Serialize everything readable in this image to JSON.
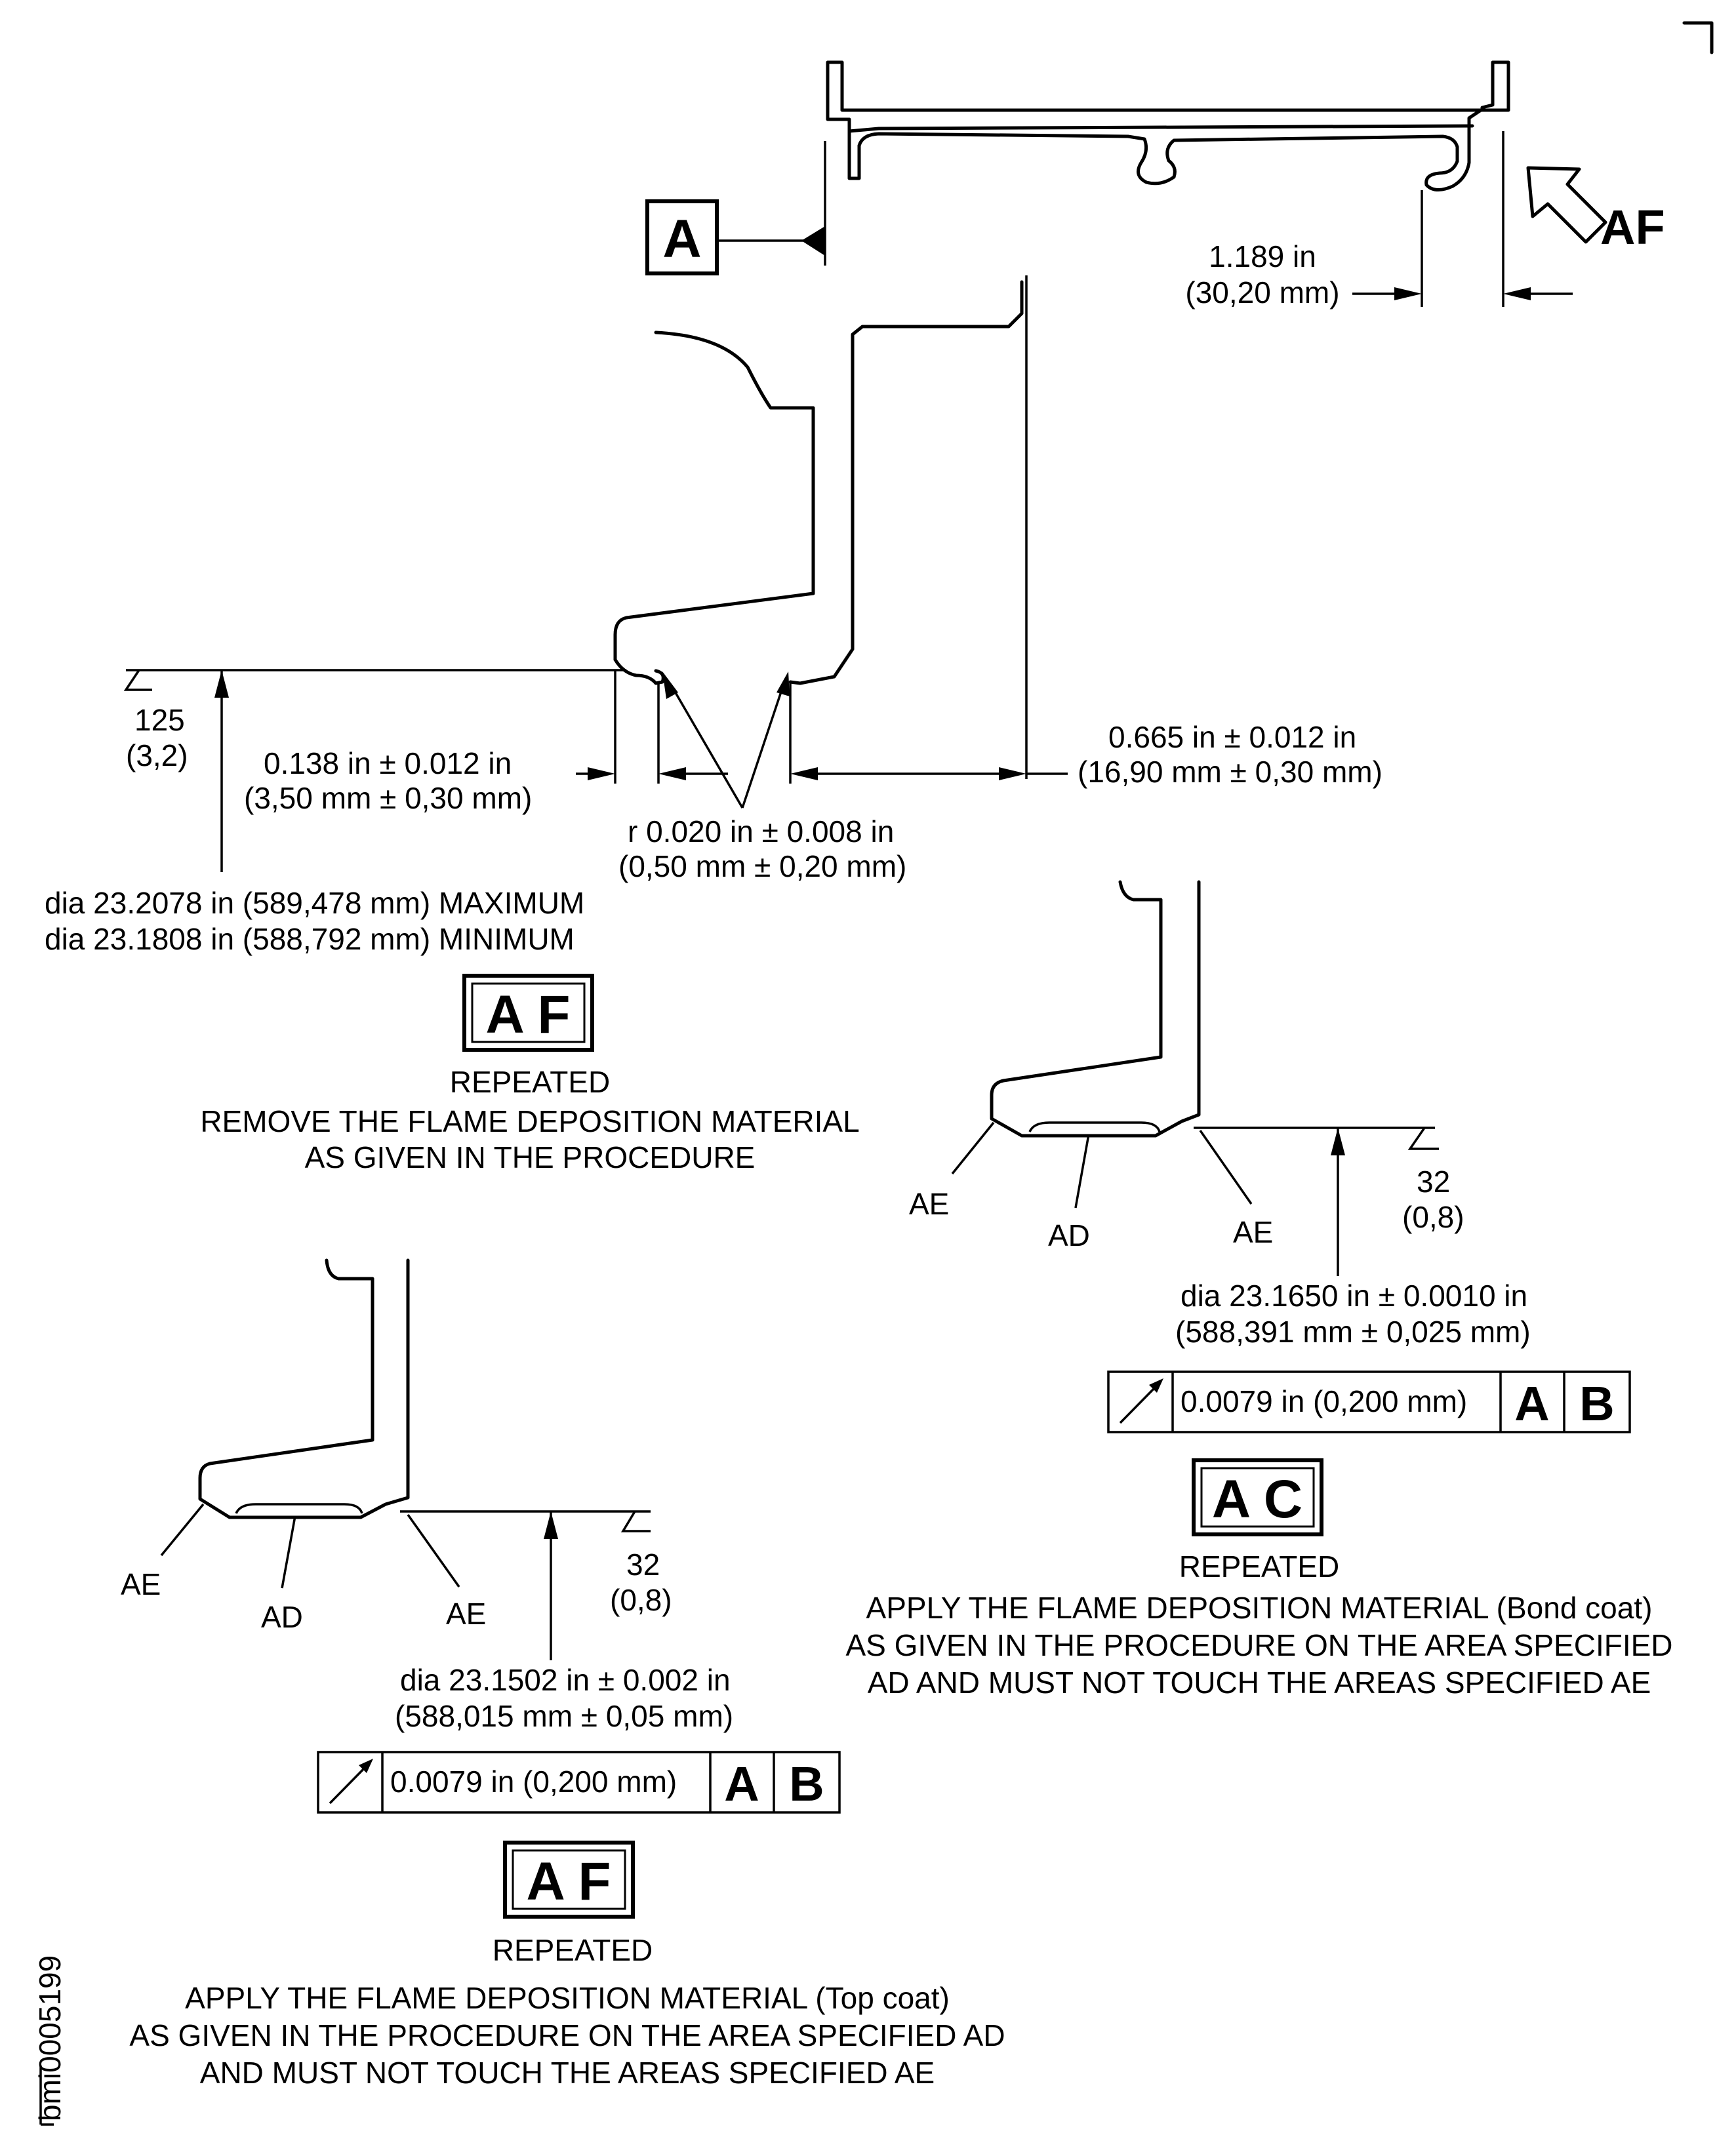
{
  "view_arrow_label": "AF",
  "datum_a_label": "A",
  "dim_top_in": "1.189 in",
  "dim_top_mm": "(30,20 mm)",
  "surface_125": "125",
  "surface_125_mm": "(3,2)",
  "dim_138_in": "0.138 in ± 0.012 in",
  "dim_138_mm": "(3,50 mm ± 0,30 mm)",
  "dim_665_in": "0.665 in ± 0.012 in",
  "dim_665_mm": "(16,90 mm ± 0,30 mm)",
  "radius_in": "r 0.020 in ± 0.008 in",
  "radius_mm": "(0,50 mm ± 0,20 mm)",
  "dia_max": "dia 23.2078 in (589,478 mm) MAXIMUM",
  "dia_min": "dia 23.1808 in (588,792 mm) MINIMUM",
  "step1": {
    "box": "A F",
    "repeated": "REPEATED",
    "line1": "REMOVE THE FLAME DEPOSITION MATERIAL",
    "line2": "AS GIVEN IN THE PROCEDURE"
  },
  "right_detail": {
    "ae_left": "AE",
    "ad": "AD",
    "ae_right": "AE",
    "surface": "32",
    "surface_mm": "(0,8)",
    "dia_in": "dia 23.1650 in ± 0.0010 in",
    "dia_mm": "(588,391 mm ± 0,025 mm)",
    "tolerance": "0.0079 in (0,200 mm)",
    "datum1": "A",
    "datum2": "B"
  },
  "step2": {
    "box": "A C",
    "repeated": "REPEATED",
    "line1": "APPLY THE FLAME DEPOSITION MATERIAL (Bond coat)",
    "line2": "AS GIVEN IN THE PROCEDURE ON THE AREA SPECIFIED",
    "line3": "AD  AND MUST NOT TOUCH THE AREAS SPECIFIED AE"
  },
  "left_detail": {
    "ae_left": "AE",
    "ad": "AD",
    "ae_right": "AE",
    "surface": "32",
    "surface_mm": "(0,8)",
    "dia_in": "dia 23.1502 in ± 0.002 in",
    "dia_mm": "(588,015 mm ± 0,05 mm)",
    "tolerance": "0.0079 in (0,200 mm)",
    "datum1": "A",
    "datum2": "B"
  },
  "step3": {
    "box": "A F",
    "repeated": "REPEATED",
    "line1": "APPLY THE FLAME DEPOSITION MATERIAL (Top coat)",
    "line2": "AS GIVEN IN THE PROCEDURE ON THE AREA SPECIFIED AD",
    "line3": "AND MUST NOT TOUCH THE AREAS SPECIFIED AE"
  },
  "figure_id": "bmi0005199"
}
